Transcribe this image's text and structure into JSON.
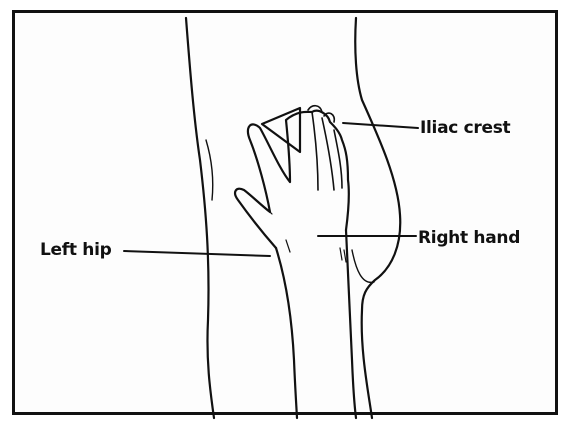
{
  "labels": {
    "iliac_crest": "Iliac crest",
    "right_hand": "Right hand",
    "left_hip": "Left hip"
  },
  "colors": {
    "ink": "#111111",
    "background": "#ffffff"
  }
}
